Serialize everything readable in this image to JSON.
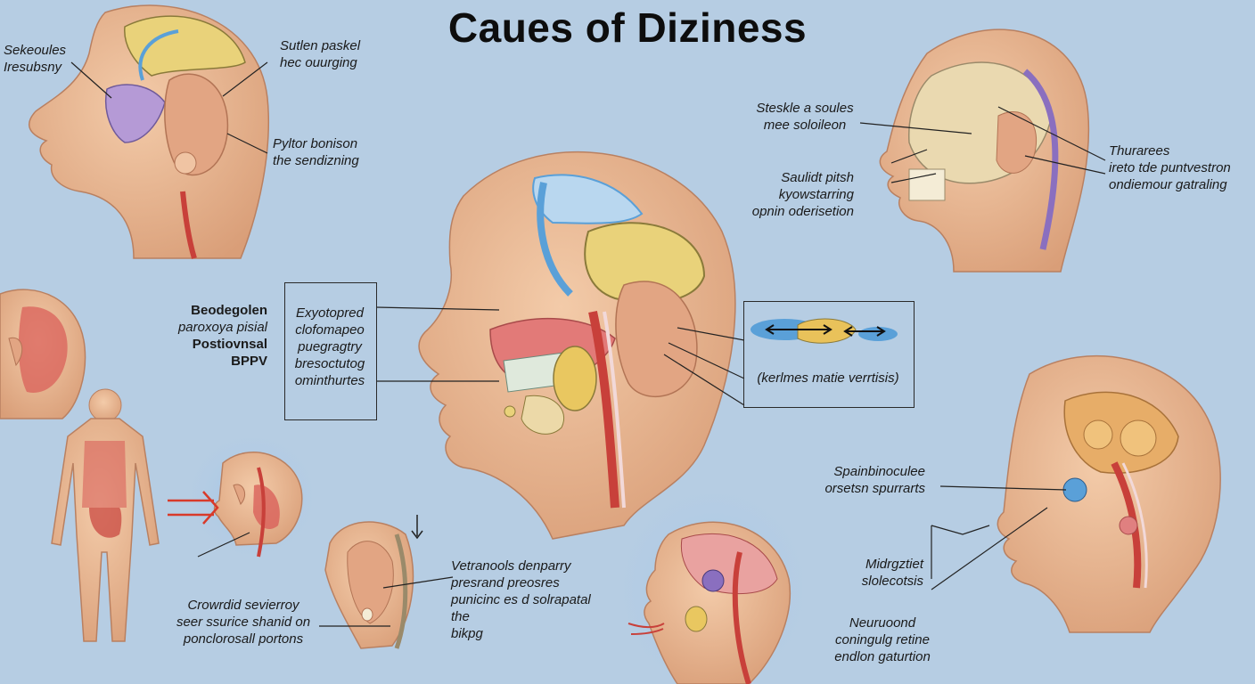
{
  "title": "Caues of Diziness",
  "labels": {
    "top_left_a": [
      "Sekeoules",
      "Iresubsny"
    ],
    "top_left_b": [
      "Sutlen paskel",
      "hec ouurging"
    ],
    "top_left_c": [
      "Pyltor bonison",
      "the sendizning"
    ],
    "top_right_a": [
      "Steskle a soules",
      "mee soloileon"
    ],
    "top_right_b": [
      "Saulidt pitsh",
      "kyowstarring",
      "opnin oderisetion"
    ],
    "top_right_c": [
      "Thurarees",
      "ireto tde puntvestron",
      "ondiemour gatraling"
    ],
    "bppv": [
      "Beodegolen",
      "paroxoya pisial",
      "Postiovnsal",
      "BPPV"
    ],
    "center_box": [
      "Exyotopred",
      "clofomapeo",
      "puegragtry",
      "bresoctutog",
      "ominthurtes"
    ],
    "vestibular_title": "Vestibular neurtios",
    "vestibular_sub": "(kerlmes matie verrtisis)",
    "bottom_left": [
      "Crowrdid sevierroy",
      "seer ssurice shanid on",
      "ponclorosall portons"
    ],
    "bottom_center": [
      "Vetranools denparry",
      "presrand preosres",
      "punicinc es d solrapatal",
      "the",
      "bikpg"
    ],
    "right_a": [
      "Spainbinoculee",
      "orsetsn spurrarts"
    ],
    "right_b": [
      "Midrgztiet",
      "slolecotsis"
    ],
    "right_c": [
      "Neuruoond",
      "coningulg retine",
      "endlon gaturtion"
    ]
  },
  "colors": {
    "background": "#b6cde3",
    "skin": "#eab894",
    "skin_shade": "#d9a27c",
    "brain_yellow": "#e9d27a",
    "vessel_red": "#c8403a",
    "accent_blue": "#5aa0d8",
    "accent_purple": "#8a6fbf"
  },
  "icons": [
    "down-arrow-icon",
    "double-arrow-icon",
    "red-arrow-icon"
  ]
}
